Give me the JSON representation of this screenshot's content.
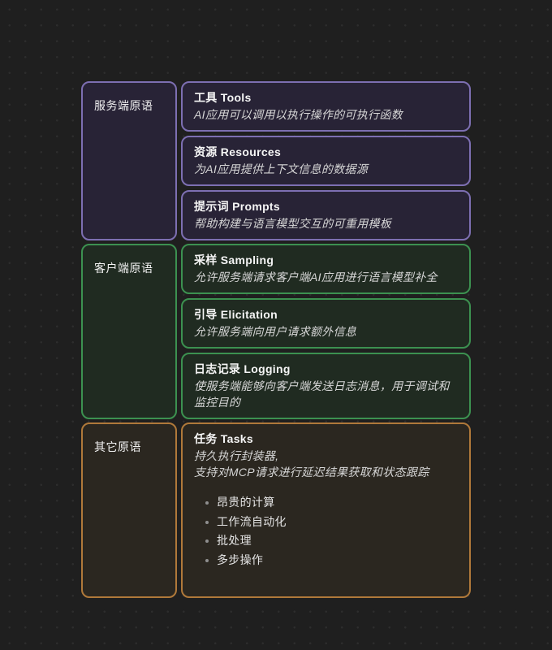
{
  "canvas": {
    "background_color": "#1f1f1f",
    "grid_dot_color": "#2d2d2d"
  },
  "sections": [
    {
      "id": "server",
      "label": "服务端原语",
      "accent_color": "#7d6fb2",
      "fill_color": "#282336",
      "cards": [
        {
          "title": "工具 Tools",
          "description": "AI应用可以调用以执行操作的可执行函数"
        },
        {
          "title": "资源 Resources",
          "description": "为AI应用提供上下文信息的数据源"
        },
        {
          "title": "提示词 Prompts",
          "description": "帮助构建与语言模型交互的可重用模板"
        }
      ]
    },
    {
      "id": "client",
      "label": "客户端原语",
      "accent_color": "#3c9150",
      "fill_color": "#202b21",
      "cards": [
        {
          "title": "采样 Sampling",
          "description": "允许服务端请求客户端AI应用进行语言模型补全"
        },
        {
          "title": "引导 Elicitation",
          "description": "允许服务端向用户请求额外信息"
        },
        {
          "title": "日志记录 Logging",
          "description": "使服务端能够向客户端发送日志消息，用于调试和监控目的"
        }
      ]
    },
    {
      "id": "other",
      "label": "其它原语",
      "accent_color": "#b0793a",
      "fill_color": "#2b2720",
      "cards": [
        {
          "title": "任务 Tasks",
          "description_lines": [
            "持久执行封装器,",
            "支持对MCP请求进行延迟结果获取和状态跟踪"
          ],
          "bullets": [
            "昂贵的计算",
            "工作流自动化",
            "批处理",
            "多步操作"
          ]
        }
      ]
    }
  ]
}
